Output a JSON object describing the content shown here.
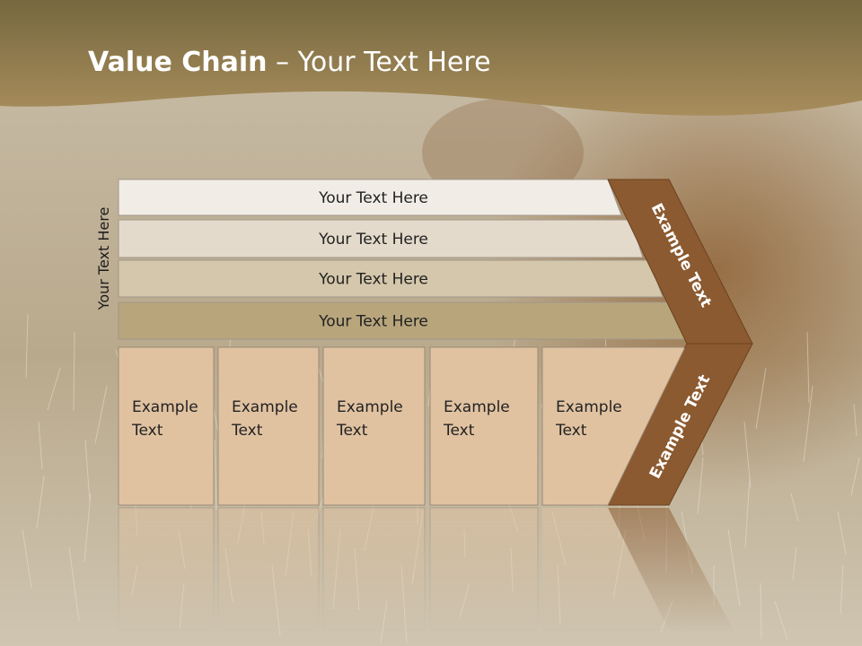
{
  "slide": {
    "title_bold": "Value Chain",
    "title_rest": " – Your Text Here",
    "side_label": "Your Text Here"
  },
  "rows": [
    {
      "label": "Your Text Here",
      "fill": "#f1ede6"
    },
    {
      "label": "Your Text Here",
      "fill": "#e3dacb"
    },
    {
      "label": "Your Text Here",
      "fill": "#d4c7ab"
    },
    {
      "label": "Your Text Here",
      "fill": "#b8a57c"
    }
  ],
  "boxes": [
    {
      "line1": "Example",
      "line2": "Text"
    },
    {
      "line1": "Example",
      "line2": "Text"
    },
    {
      "line1": "Example",
      "line2": "Text"
    },
    {
      "line1": "Example",
      "line2": "Text"
    },
    {
      "line1": "Example",
      "line2": "Text"
    }
  ],
  "chevron": {
    "upper_label": "Example Text",
    "lower_label": "Example Text",
    "fill": "#8c5a30"
  },
  "colors": {
    "header_band": "#9c845a",
    "box_fill": "#e0c2a1",
    "box_stroke": "#9a8a78",
    "background": "#b6a78e"
  }
}
